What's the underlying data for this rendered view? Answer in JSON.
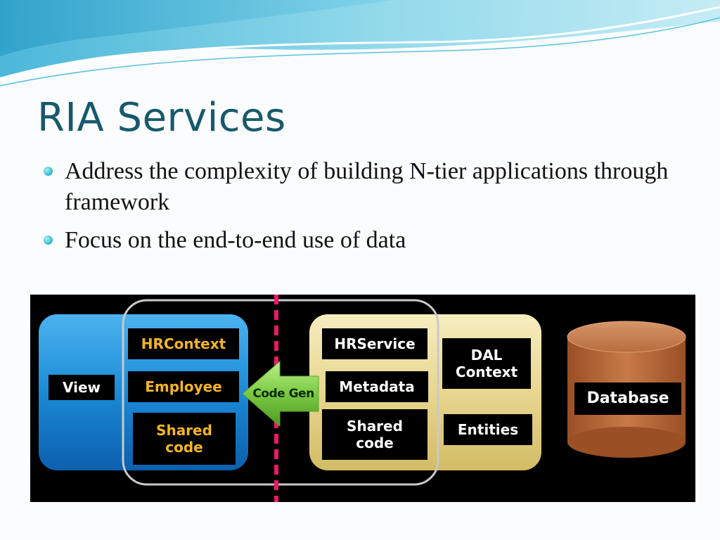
{
  "slide": {
    "title": "RIA Services",
    "bullets": [
      "Address the complexity of building N-tier applications through framework",
      "Focus on the end-to-end use of data"
    ]
  },
  "diagram": {
    "client": {
      "view": "View",
      "hrcontext": "HRContext",
      "employee": "Employee",
      "shared_code": "Shared code"
    },
    "arrow": "Code Gen",
    "server": {
      "hrservice": "HRService",
      "metadata": "Metadata",
      "shared_code": "Shared code",
      "dal_context": "DAL Context",
      "entities": "Entities"
    },
    "database": "Database",
    "colors": {
      "client": "#1e8fd8",
      "server": "#e9da98",
      "database": "#b8683a",
      "divider": "#e8196b",
      "label_gold": "#f4b525",
      "arrow": "#7ac943"
    }
  }
}
